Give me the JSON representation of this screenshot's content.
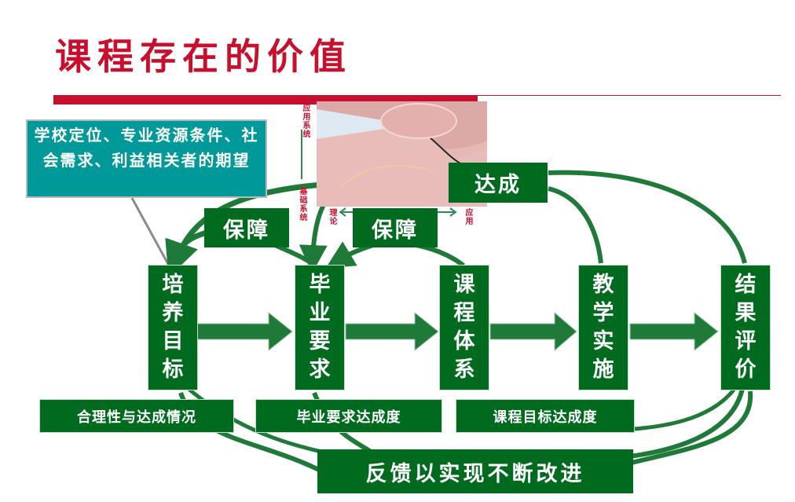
{
  "title": "课程存在的价值",
  "context_box": {
    "text": "学校定位、专业资源条件、社会需求、利益相关者的期望"
  },
  "main_nodes": [
    {
      "id": "goal",
      "label": "培养目标"
    },
    {
      "id": "requirement",
      "label": "毕业要求"
    },
    {
      "id": "curriculum",
      "label": "课程体系"
    },
    {
      "id": "teaching",
      "label": "教学实施"
    },
    {
      "id": "evaluation",
      "label": "结果评价"
    }
  ],
  "support_labels": [
    "保障",
    "保障"
  ],
  "achieve_label": "达成",
  "measure_labels": [
    "合理性与达成情况",
    "毕业要求达成度",
    "课程目标达成度"
  ],
  "feedback_label": "反馈以实现不断改进",
  "inset_labels": {
    "app_system": "应用系统",
    "base_system": "基础系统",
    "theory": "理论",
    "application": "应用"
  },
  "colors": {
    "title": "#c8102e",
    "node_fill": "#006b1f",
    "context_fill": "#00999a",
    "arrow": "#1f7a3a"
  }
}
